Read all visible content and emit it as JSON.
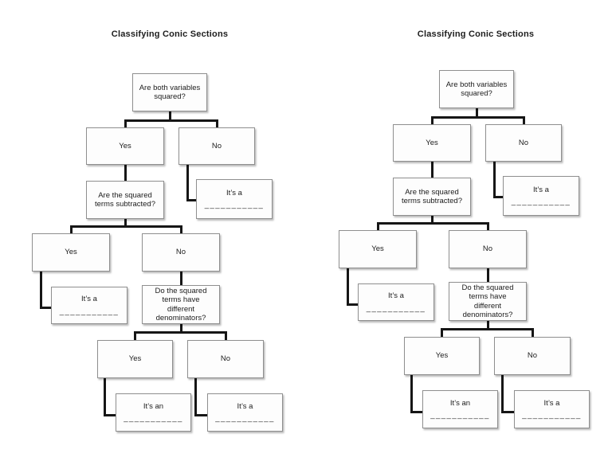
{
  "charts": [
    {
      "title": "Classifying Conic Sections",
      "nodes": {
        "q1": {
          "lines": [
            "Are both variables",
            "squared?"
          ]
        },
        "yes1": {
          "label": "Yes"
        },
        "no1": {
          "label": "No"
        },
        "ans1": {
          "label": "It’s a",
          "blank": "___________"
        },
        "q2": {
          "lines": [
            "Are the squared",
            "terms subtracted?"
          ]
        },
        "yes2": {
          "label": "Yes"
        },
        "no2": {
          "label": "No"
        },
        "ans2": {
          "label": "It’s a",
          "blank": "___________"
        },
        "q3": {
          "lines": [
            "Do the squared",
            "terms have",
            "different",
            "denominators?"
          ]
        },
        "yes3": {
          "label": "Yes"
        },
        "no3": {
          "label": "No"
        },
        "ans3": {
          "label": "It’s an",
          "blank": "___________"
        },
        "ans4": {
          "label": "It’s a",
          "blank": "___________"
        }
      }
    },
    {
      "title": "Classifying Conic Sections",
      "nodes": {
        "q1": {
          "lines": [
            "Are both variables",
            "squared?"
          ]
        },
        "yes1": {
          "label": "Yes"
        },
        "no1": {
          "label": "No"
        },
        "ans1": {
          "label": "It’s a",
          "blank": "___________"
        },
        "q2": {
          "lines": [
            "Are the squared",
            "terms subtracted?"
          ]
        },
        "yes2": {
          "label": "Yes"
        },
        "no2": {
          "label": "No"
        },
        "ans2": {
          "label": "It’s a",
          "blank": "___________"
        },
        "q3": {
          "lines": [
            "Do the squared",
            "terms have",
            "different",
            "denominators?"
          ]
        },
        "yes3": {
          "label": "Yes"
        },
        "no3": {
          "label": "No"
        },
        "ans3": {
          "label": "It’s an",
          "blank": "___________"
        },
        "ans4": {
          "label": "It’s a",
          "blank": "___________"
        }
      }
    }
  ]
}
